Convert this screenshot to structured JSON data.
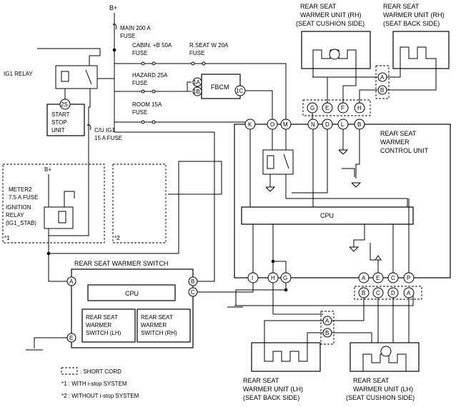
{
  "power": {
    "bplus": "B+",
    "bplus2": "B+"
  },
  "fuses": {
    "main": [
      "MAIN 200 A",
      "FUSE"
    ],
    "cabin": [
      "CABIN. +B 50A",
      "FUSE"
    ],
    "rseat": [
      "R.SEAT W 20A",
      "FUSE"
    ],
    "hazard": [
      "HAZARD 25A",
      "FUSE"
    ],
    "room": [
      "ROOM 15A",
      "FUSE"
    ],
    "cuig1": [
      "C/U IG1",
      "15 A FUSE"
    ],
    "meter2": [
      "METER2",
      "7.5 A FUSE"
    ]
  },
  "relays": {
    "ig1": "IG1 RELAY",
    "ign": [
      "IGNITION",
      "RELAY",
      "(IG1_STAB)"
    ]
  },
  "boxes": {
    "start_stop": [
      "START",
      "STOP",
      "UNIT"
    ],
    "fbcm": "FBCM",
    "control_unit": [
      "REAR SEAT",
      "WARMER",
      "CONTROL UNIT"
    ],
    "cpu_main": "CPU",
    "switch_title": "REAR SEAT WARMER SWITCH",
    "cpu_switch": "CPU",
    "switch_lh": [
      "REAR SEAT",
      "WARMER",
      "SWITCH (LH)"
    ],
    "switch_rh": [
      "REAR SEAT",
      "WARMER",
      "SWITCH (RH)"
    ]
  },
  "units": {
    "rh_cushion": [
      "REAR SEAT",
      "WARMER UNIT (RH)",
      "(SEAT CUSHION SIDE)"
    ],
    "rh_back": [
      "REAR SEAT",
      "WARMER UNIT (RH)",
      "(SEAT BACK SIDE)"
    ],
    "lh_back": [
      "REAR SEAT",
      "WARMER UNIT (LH)",
      "(SEAT BACK SIDE)"
    ],
    "lh_cushion": [
      "REAR SEAT",
      "WARMER UNIT (LH)",
      "(SEAT CUSHION SIDE)"
    ]
  },
  "pins": {
    "start_2s": "2S",
    "fbcm_1a": "1A",
    "fbcm_1b": "1B",
    "fbcm_1c": "1C",
    "top": [
      "K",
      "O",
      "M",
      "N",
      "D",
      "L",
      "B"
    ],
    "rh_conn": [
      "G",
      "E",
      "F",
      "H"
    ],
    "rh_back_conn": [
      "A",
      "B"
    ],
    "cu_bottom_left": [
      "I",
      "H",
      "G"
    ],
    "cu_bottom_right": [
      "A",
      "E",
      "C",
      "P"
    ],
    "lh_conn": [
      "B",
      "C",
      "D",
      "A"
    ],
    "lh_back_conn": [
      "A",
      "B"
    ],
    "switch_a": "A",
    "switch_b": "B",
    "switch_c": "C",
    "switch_e": "E"
  },
  "system_marks": {
    "m1": "*1",
    "m2": "*2"
  },
  "legend": [
    {
      "label": ": SHORT CORD"
    },
    {
      "label": "*1  : WITH i-stop SYSTEM"
    },
    {
      "label": "*2  : WITHOUT i-stop SYSTEM"
    }
  ]
}
